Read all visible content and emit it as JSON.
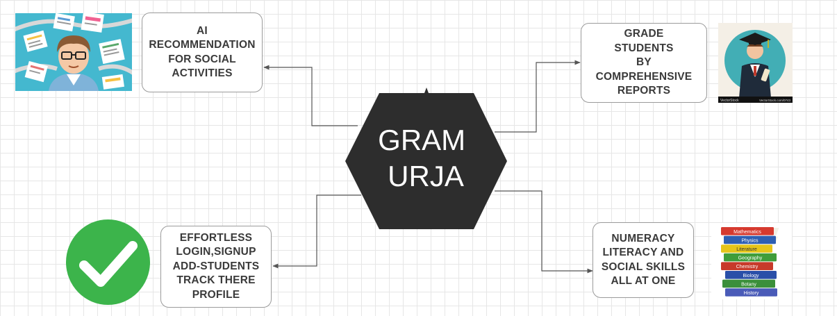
{
  "center_node": {
    "label": "GRAM\nURJA",
    "fill": "#2d2d2d",
    "text_color": "#ffffff"
  },
  "boxes": {
    "top_left": "AI\nRECOMMENDATION\nFOR SOCIAL\nACTIVITIES",
    "top_right": "GRADE\nSTUDENTS\nBY\nCOMPREHENSIVE\nREPORTS",
    "bottom_left": "EFFORTLESS\nLOGIN,SIGNUP\nADD-STUDENTS\nTRACK THERE\nPROFILE",
    "bottom_right": "NUMERACY\nLITERACY AND\nSOCIAL SKILLS\nALL AT ONE"
  },
  "images": {
    "top_left": "teacher-with-documents-illustration",
    "top_right": "graduate-student-illustration",
    "bottom_left": "green-checkmark-icon",
    "bottom_right": "stack-of-books-illustration"
  },
  "image_text": {
    "top_right_left": "VectorStock",
    "top_right_right": "VectorStock.com/0743",
    "books": [
      "Mathematics",
      "Physics",
      "Literature",
      "Geography",
      "Chemistry",
      "Biology",
      "Botany",
      "History"
    ]
  },
  "colors": {
    "grid": "#e6e6e6",
    "connector": "#555555",
    "box_border": "#9a9a9a",
    "check_green": "#3cb44b"
  }
}
